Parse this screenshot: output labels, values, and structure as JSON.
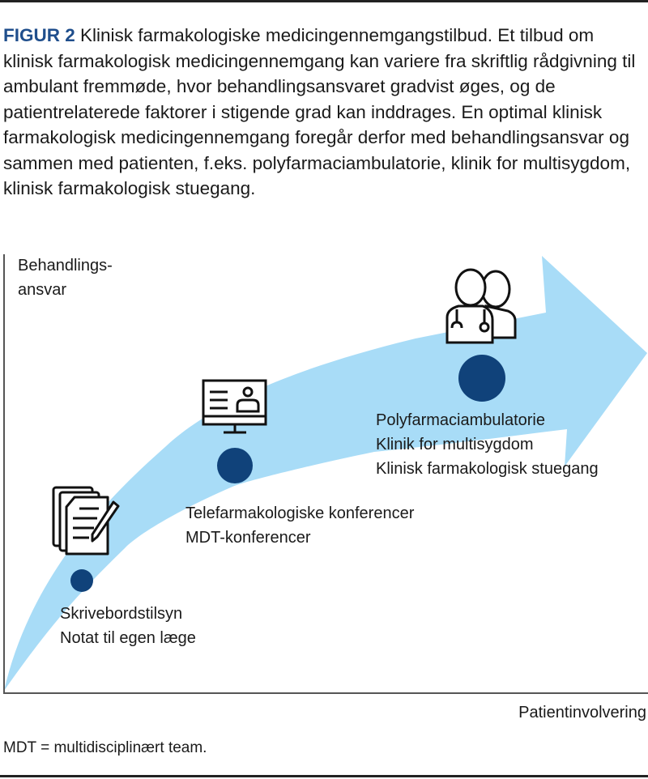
{
  "caption": {
    "label": "FIGUR 2",
    "text": "Klinisk farmakologiske medicingennemgangstilbud. Et tilbud om klinisk farmakologisk medicingennemgang kan variere fra skriftlig rådgivning til ambulant fremmøde, hvor behandlings­ansvaret gradvist øges, og de patientrelaterede faktorer i stigende grad kan inddrages. En optimal klinisk farmakologisk medicingennemgang foregår derfor med behandlingsansvar og sammen med patienten, f.eks. polyfarmaciambulatorie, klinik for multisygdom, klinisk farmakologisk stuegang."
  },
  "axes": {
    "y_label_1": "Behandlings-",
    "y_label_2": "ansvar",
    "x_label": "Patientinvolvering"
  },
  "stages": [
    {
      "icon": "documents-pen-icon",
      "lines": [
        "Skrivebordstilsyn",
        "Notat til egen læge"
      ]
    },
    {
      "icon": "monitor-user-icon",
      "lines": [
        "Telefarmakologiske konferencer",
        "MDT-konferencer"
      ]
    },
    {
      "icon": "doctors-icon",
      "lines": [
        "Polyfarmaciambulatorie",
        "Klinik for multisygdom",
        "Klinisk farmakologisk stuegang"
      ]
    }
  ],
  "footnote": "MDT = multidisciplinært team.",
  "colors": {
    "accent": "#1f4e8c",
    "arrow": "#a8dcf7",
    "dot": "#10427a"
  }
}
